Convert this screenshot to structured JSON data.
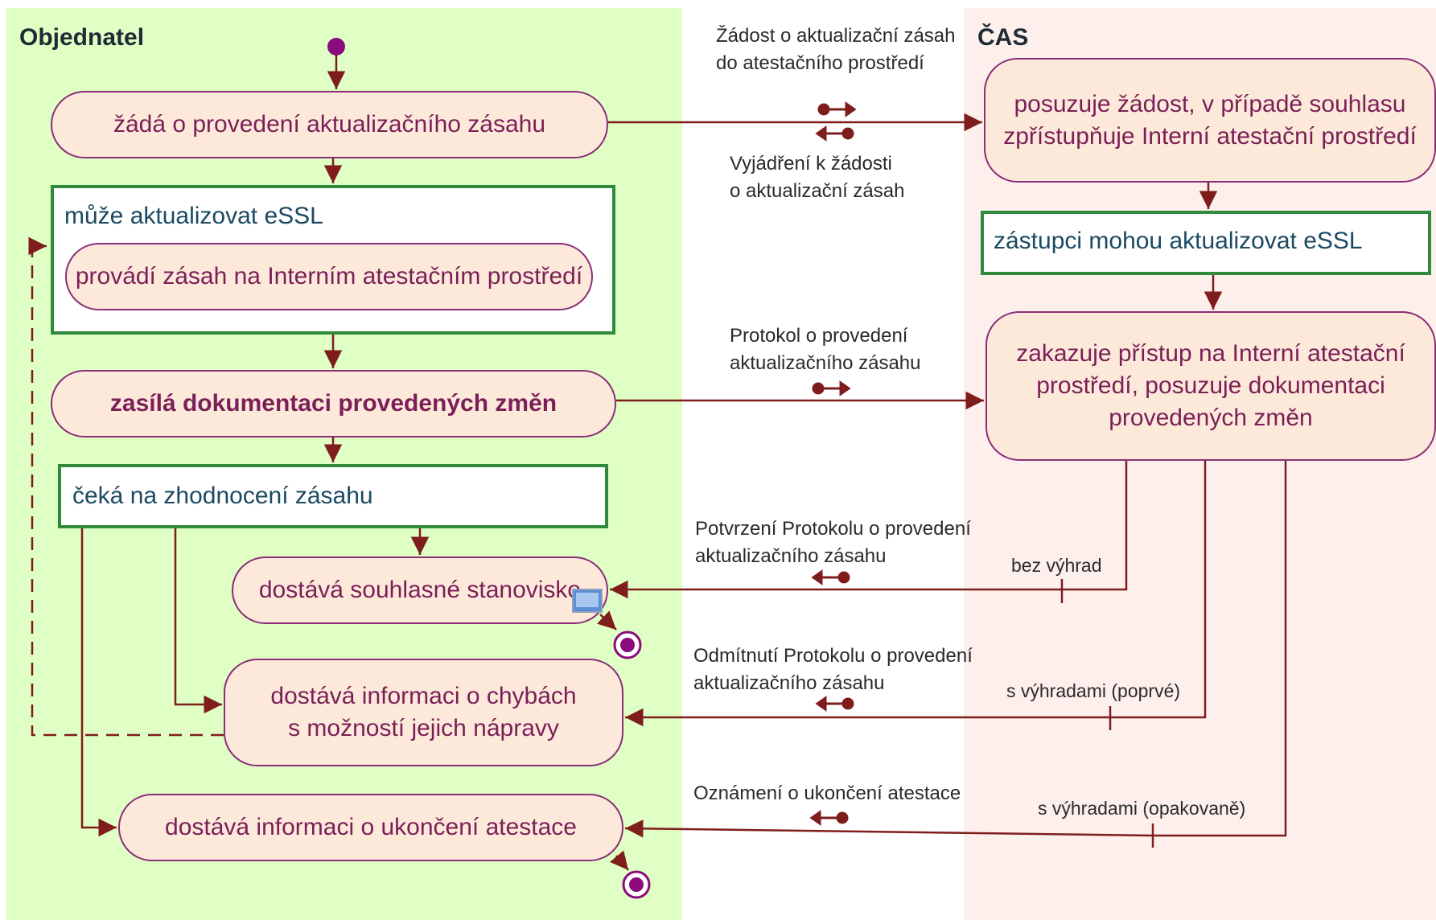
{
  "lanes": {
    "left_title": "Objednatel",
    "right_title": "ČAS"
  },
  "activities": {
    "request": "žádá o provedení aktualizačního zásahu",
    "region1_label": "může aktualizovat eSSL",
    "perform": "provádí zásah na Interním atestačním prostředí",
    "send_docs": "zasílá dokumentaci provedených změn",
    "wait_label": "čeká na zhodnocení zásahu",
    "approval": "dostává souhlasné stanovisko",
    "errors_line1": "dostává informaci o chybách",
    "errors_line2": "s možností jejich nápravy",
    "end_info": "dostává informaci o ukončení atestace",
    "cas_review_line1": "posuzuje žádost, v případě souhlasu",
    "cas_review_line2": "zpřístupňuje Interní atestační prostředí",
    "cas_region_label": "zástupci mohou aktualizovat eSSL",
    "cas_forbid_line1": "zakazuje přístup na Interní atestační",
    "cas_forbid_line2": "prostředí, posuzuje dokumentaci",
    "cas_forbid_line3": "provedených změn"
  },
  "messages": {
    "m1_line1": "Žádost o aktualizační zásah",
    "m1_line2": "do atestačního prostředí",
    "m2_line1": "Vyjádření k žádosti",
    "m2_line2": "o aktualizační zásah",
    "m3_line1": "Protokol o provedení",
    "m3_line2": "aktualizačního zásahu",
    "m4_line1": "Potvrzení Protokolu o provedení",
    "m4_line2": "aktualizačního zásahu",
    "m5_line1": "Odmítnutí Protokolu o provedení",
    "m5_line2": "aktualizačního zásahu",
    "m6": "Oznámení o ukončení atestace"
  },
  "guards": {
    "g1": "bez výhrad",
    "g2": "s výhradami (poprvé)",
    "g3": "s výhradami (opakovaně)"
  },
  "colors": {
    "activity_fill": "#fde9da",
    "activity_border": "#8a2e78",
    "activity_text": "#7a1f58",
    "region_border": "#2f8a3c",
    "flow_line": "#7f1d1d",
    "left_lane": "#dfffc4",
    "right_lane": "#fdf0ec",
    "node": "#8b0a7c"
  }
}
